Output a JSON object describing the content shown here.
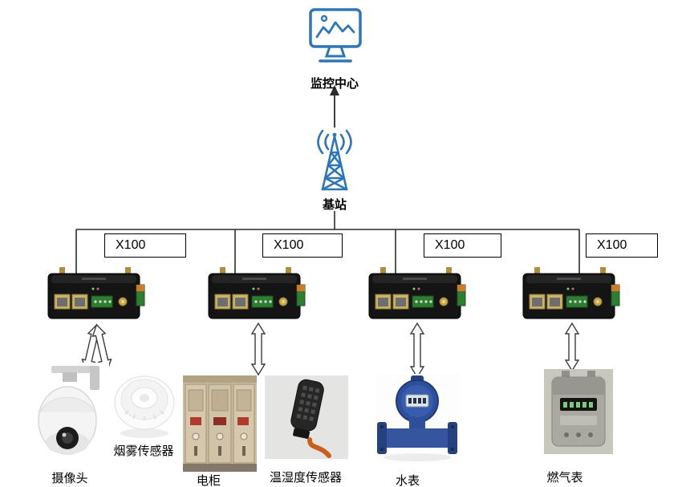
{
  "diagram": {
    "type": "network-topology"
  },
  "monitor": {
    "label": "监控中心",
    "icon": "monitor-chart-icon"
  },
  "station": {
    "label": "基站",
    "icon": "antenna-tower-icon"
  },
  "routers": [
    {
      "model": "X100"
    },
    {
      "model": "X100"
    },
    {
      "model": "X100"
    },
    {
      "model": "X100"
    }
  ],
  "devices": [
    {
      "label": "摄像头",
      "icon": "ptz-camera-photo"
    },
    {
      "label": "烟雾传感器",
      "icon": "smoke-sensor-photo"
    },
    {
      "label": "电柜",
      "icon": "electric-cabinet-photo"
    },
    {
      "label": "温湿度传感器",
      "icon": "temp-humidity-sensor-photo"
    },
    {
      "label": "水表",
      "icon": "water-meter-photo"
    },
    {
      "label": "燃气表",
      "icon": "gas-meter-photo"
    }
  ],
  "colors": {
    "icon_blue": "#2e75b6",
    "line": "#2b2b2b",
    "router_body": "#141414"
  }
}
